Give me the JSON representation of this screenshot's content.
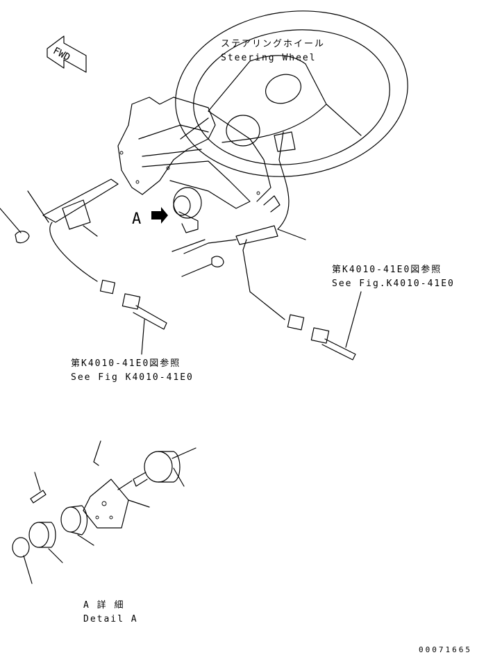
{
  "labels": {
    "steering_wheel_jp": "ステアリングホイール",
    "steering_wheel_en": "Steering Wheel",
    "ref_right_jp": "第K4010-41E0図参照",
    "ref_right_en": "See Fig.K4010-41E0",
    "ref_left_jp": "第K4010-41E0図参照",
    "ref_left_en": "See Fig K4010-41E0",
    "detail_jp": "A 詳 細",
    "detail_en": "Detail A",
    "view_marker": "A",
    "fwd": "FWD",
    "drawing_number": "00071665"
  },
  "colors": {
    "line": "#000000",
    "background": "#ffffff"
  }
}
